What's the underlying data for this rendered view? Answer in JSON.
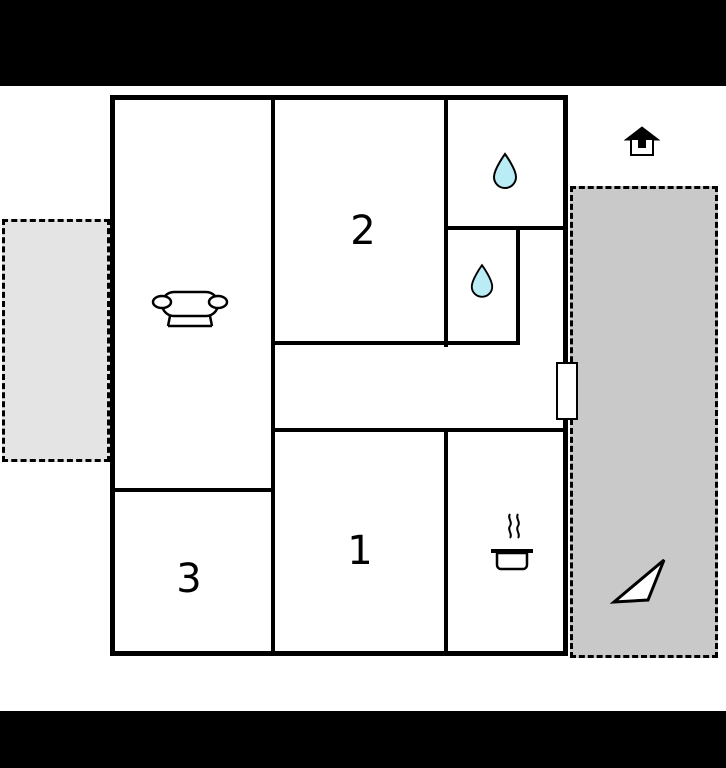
{
  "page": {
    "title": "Holiday house floor plan",
    "type": "floor-plan"
  },
  "colors": {
    "letterbox": "#000000",
    "background": "#ffffff",
    "wall": "#000000",
    "terrace_right_fill": "#c9c9c9",
    "terrace_left_fill": "#e4e4e4",
    "water_drop_fill": "#b9ecf5",
    "icon_stroke": "#000000",
    "arrow_fill": "#ffffff"
  },
  "rooms": {
    "bedroom_2": {
      "label": "2"
    },
    "bedroom_1": {
      "label": "1"
    },
    "room_3": {
      "label": "3"
    }
  },
  "icons": {
    "sofa": "sofa-icon",
    "water_drop_top": "water-drop-icon",
    "water_drop_small": "water-drop-icon",
    "cooking_pot": "cooking-pot-with-steam-icon",
    "house": "house-icon",
    "north_arrow": "north-arrow-icon"
  }
}
